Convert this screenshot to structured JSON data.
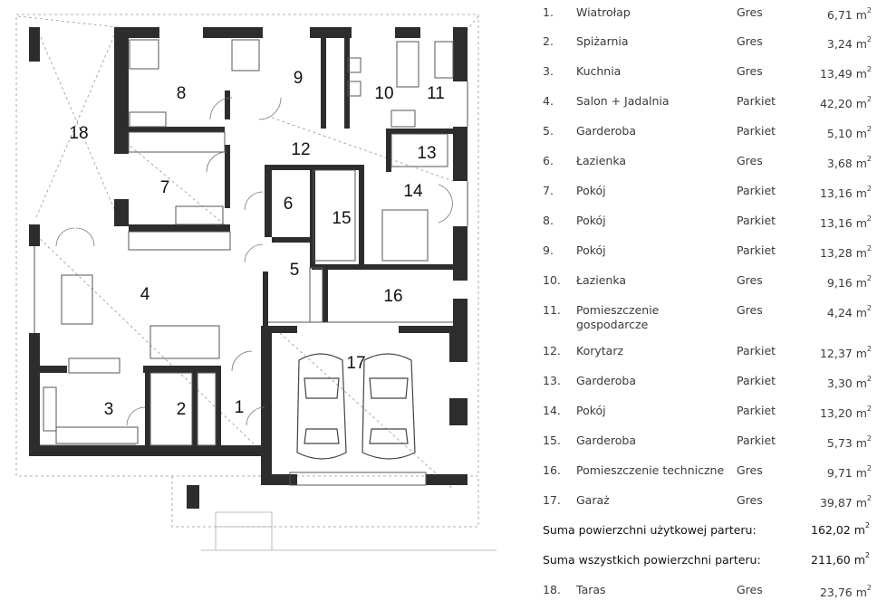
{
  "plan": {
    "room_numbers": [
      "1",
      "2",
      "3",
      "4",
      "5",
      "6",
      "7",
      "8",
      "9",
      "10",
      "11",
      "12",
      "13",
      "14",
      "15",
      "16",
      "17",
      "18"
    ]
  },
  "rooms": [
    {
      "no": "1.",
      "name": "Wiatrołap",
      "floor": "Gres",
      "area": "6,71 m",
      "sup": "2"
    },
    {
      "no": "2.",
      "name": "Spiżarnia",
      "floor": "Gres",
      "area": "3,24 m",
      "sup": "2"
    },
    {
      "no": "3.",
      "name": "Kuchnia",
      "floor": "Gres",
      "area": "13,49 m",
      "sup": "2"
    },
    {
      "no": "4.",
      "name": "Salon + Jadalnia",
      "floor": "Parkiet",
      "area": "42,20 m",
      "sup": "2"
    },
    {
      "no": "5.",
      "name": "Garderoba",
      "floor": "Parkiet",
      "area": "5,10 m",
      "sup": "2"
    },
    {
      "no": "6.",
      "name": "Łazienka",
      "floor": "Gres",
      "area": "3,68 m",
      "sup": "2"
    },
    {
      "no": "7.",
      "name": "Pokój",
      "floor": "Parkiet",
      "area": "13,16 m",
      "sup": "2"
    },
    {
      "no": "8.",
      "name": "Pokój",
      "floor": "Parkiet",
      "area": "13,16 m",
      "sup": "2"
    },
    {
      "no": "9.",
      "name": "Pokój",
      "floor": "Parkiet",
      "area": "13,28 m",
      "sup": "2"
    },
    {
      "no": "10.",
      "name": "Łazienka",
      "floor": "Gres",
      "area": "9,16 m",
      "sup": "2"
    },
    {
      "no": "11.",
      "name": "Pomieszczenie gospodarcze",
      "floor": "Gres",
      "area": "4,24 m",
      "sup": "2"
    },
    {
      "no": "12.",
      "name": "Korytarz",
      "floor": "Parkiet",
      "area": "12,37 m",
      "sup": "2"
    },
    {
      "no": "13.",
      "name": "Garderoba",
      "floor": "Parkiet",
      "area": "3,30 m",
      "sup": "2"
    },
    {
      "no": "14.",
      "name": "Pokój",
      "floor": "Parkiet",
      "area": "13,20 m",
      "sup": "2"
    },
    {
      "no": "15.",
      "name": "Garderoba",
      "floor": "Parkiet",
      "area": "5,73 m",
      "sup": "2"
    },
    {
      "no": "16.",
      "name": "Pomieszczenie techniczne",
      "floor": "Gres",
      "area": "9,71 m",
      "sup": "2"
    },
    {
      "no": "17.",
      "name": "Garaż",
      "floor": "Gres",
      "area": "39,87 m",
      "sup": "2"
    }
  ],
  "sum_usable": {
    "label": "Suma powierzchni użytkowej parteru:",
    "value": "162,02 m",
    "sup": "2"
  },
  "sum_all": {
    "label": "Suma wszystkich powierzchni parteru:",
    "value": "211,60 m",
    "sup": "2"
  },
  "terrace": {
    "no": "18.",
    "name": "Taras",
    "floor": "Gres",
    "area": "23,76 m",
    "sup": "2"
  }
}
